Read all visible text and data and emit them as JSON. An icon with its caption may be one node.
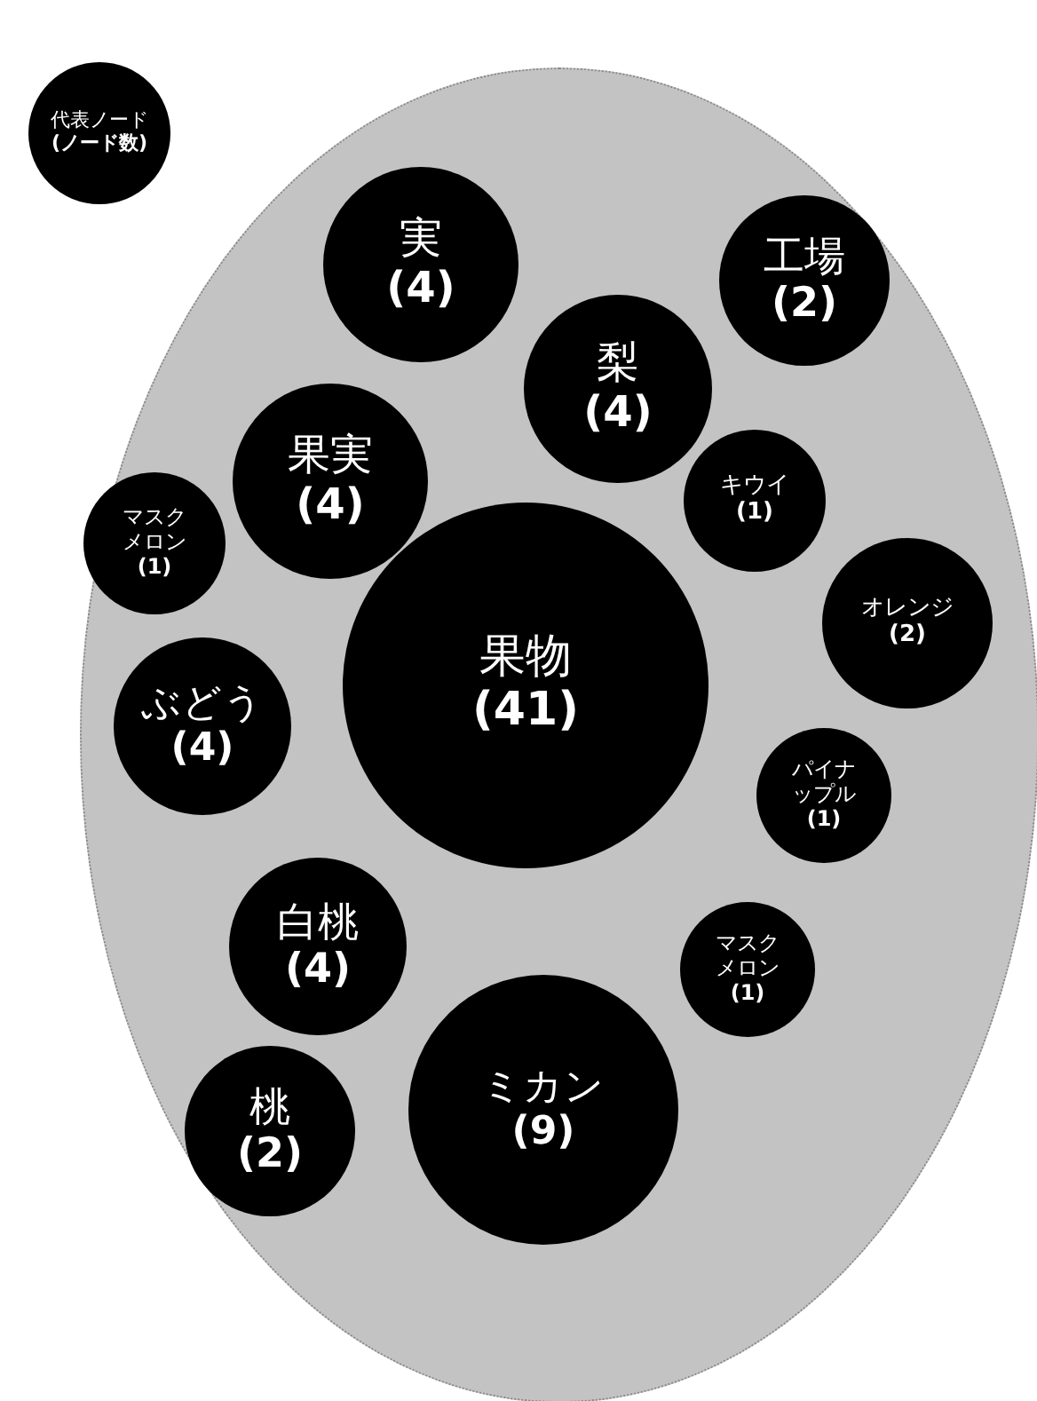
{
  "diagram": {
    "nodes": [
      {
        "text": [
          "代表ノード",
          "(ノード数)"
        ]
      },
      {
        "text": [],
        "shape": "ellipse"
      },
      {
        "text": [
          "実",
          "(4)"
        ],
        "in": 1
      },
      {
        "text": [
          "工場",
          "(2)"
        ],
        "in": 1
      },
      {
        "text": [
          "梨",
          "(4)"
        ],
        "in": 1
      },
      {
        "text": [
          "キウイ",
          "(1)"
        ],
        "in": 1
      },
      {
        "text": [
          "果実",
          "(4)"
        ],
        "in": 1
      },
      {
        "text": [
          "マスクメロン",
          "(1)"
        ],
        "in": 1
      },
      {
        "text": [
          "オレンジ",
          "(2)"
        ],
        "in": 1
      },
      {
        "text": [
          "果物",
          "(41)"
        ],
        "in": 1
      },
      {
        "text": [
          "ぶどう",
          "(4)"
        ],
        "in": 1
      },
      {
        "text": [
          "パイナップル",
          "(1)"
        ],
        "in": 1
      },
      {
        "text": [
          "白桃",
          "(4)"
        ],
        "in": 1
      },
      {
        "text": [
          "マスクメロン",
          "(1)"
        ],
        "in": 1
      },
      {
        "text": [
          "ミカン",
          "(9)"
        ],
        "in": 1
      },
      {
        "text": [
          "桃",
          "(2)"
        ],
        "in": 1
      }
    ]
  }
}
